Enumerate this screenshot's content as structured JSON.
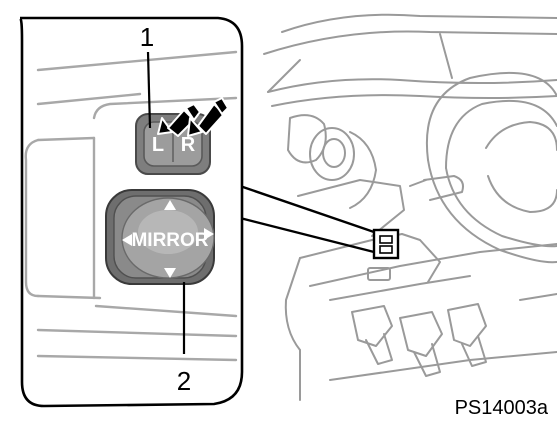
{
  "callouts": {
    "one": "1",
    "two": "2"
  },
  "selector_switch": {
    "left_label": "L",
    "right_label": "R"
  },
  "mirror_switch": {
    "label": "MIRROR"
  },
  "figure_code": "PS14003a",
  "icons": [
    "arrow-up-icon",
    "arrow-down-icon",
    "arrow-left-icon",
    "arrow-right-icon",
    "press-arrow-icon"
  ]
}
